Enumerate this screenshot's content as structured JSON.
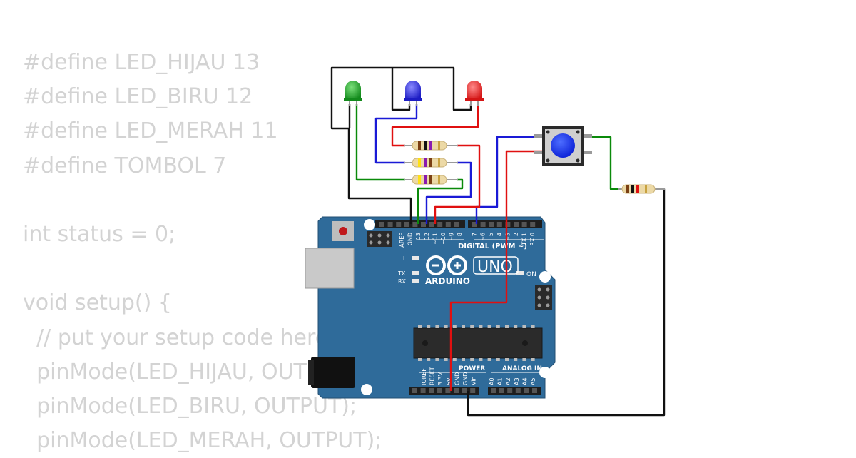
{
  "code_lines": [
    "#define LED_HIJAU 13",
    "#define LED_BIRU 12",
    "#define LED_MERAH 11",
    "#define TOMBOL 7",
    "",
    "int status = 0;",
    "",
    "void setup() {",
    "  // put your setup code here",
    "  pinMode(LED_HIJAU, OUTPUT);",
    "  pinMode(LED_BIRU, OUTPUT);",
    "  pinMode(LED_MERAH, OUTPUT);"
  ],
  "board": {
    "digital_header": "DIGITAL (PWM ~)",
    "model": "UNO",
    "brand": "ARDUINO",
    "power_header": "POWER",
    "analog_header": "ANALOG IN",
    "led_l": "L",
    "led_tx": "TX",
    "led_rx": "RX",
    "led_on": "ON",
    "top_pins": [
      "AREF",
      "GND",
      "13",
      "12",
      "~11",
      "~10",
      "~9",
      "8",
      "7",
      "~6",
      "~5",
      "4",
      "~3",
      "2",
      "TX 1",
      "RX 0"
    ],
    "power_pins": [
      "IOREF",
      "RESET",
      "3.3V",
      "5V",
      "GND",
      "GND",
      "Vin"
    ],
    "analog_pins": [
      "A0",
      "A1",
      "A2",
      "A3",
      "A4",
      "A5"
    ]
  },
  "components": {
    "leds": [
      "green",
      "blue",
      "red"
    ],
    "resistors": 4,
    "pushbutton_color": "blue"
  },
  "colors": {
    "board": "#2f6b9a",
    "wire_black": "#111111",
    "wire_green": "#0a8a0a",
    "wire_blue": "#1a1ad6",
    "wire_red": "#e01010"
  }
}
